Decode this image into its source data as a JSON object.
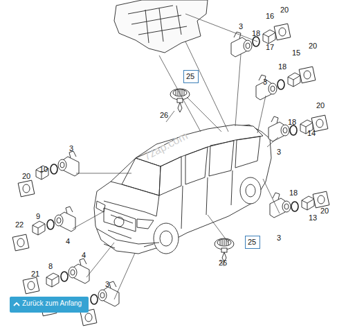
{
  "diagram": {
    "nodes": [
      {
        "text": [
          "25"
        ]
      },
      {
        "text": [
          "25"
        ]
      },
      {
        "text": [
          "Zurück zum Anfang"
        ]
      }
    ],
    "labels": [
      "3",
      "18",
      "16",
      "20",
      "17",
      "20",
      "15",
      "18",
      "3",
      "20",
      "18",
      "14",
      "3",
      "20",
      "18",
      "13",
      "3",
      "3",
      "20",
      "10",
      "9",
      "22",
      "4",
      "4",
      "8",
      "21",
      "3",
      "26",
      "26",
      "7zap.com"
    ]
  }
}
